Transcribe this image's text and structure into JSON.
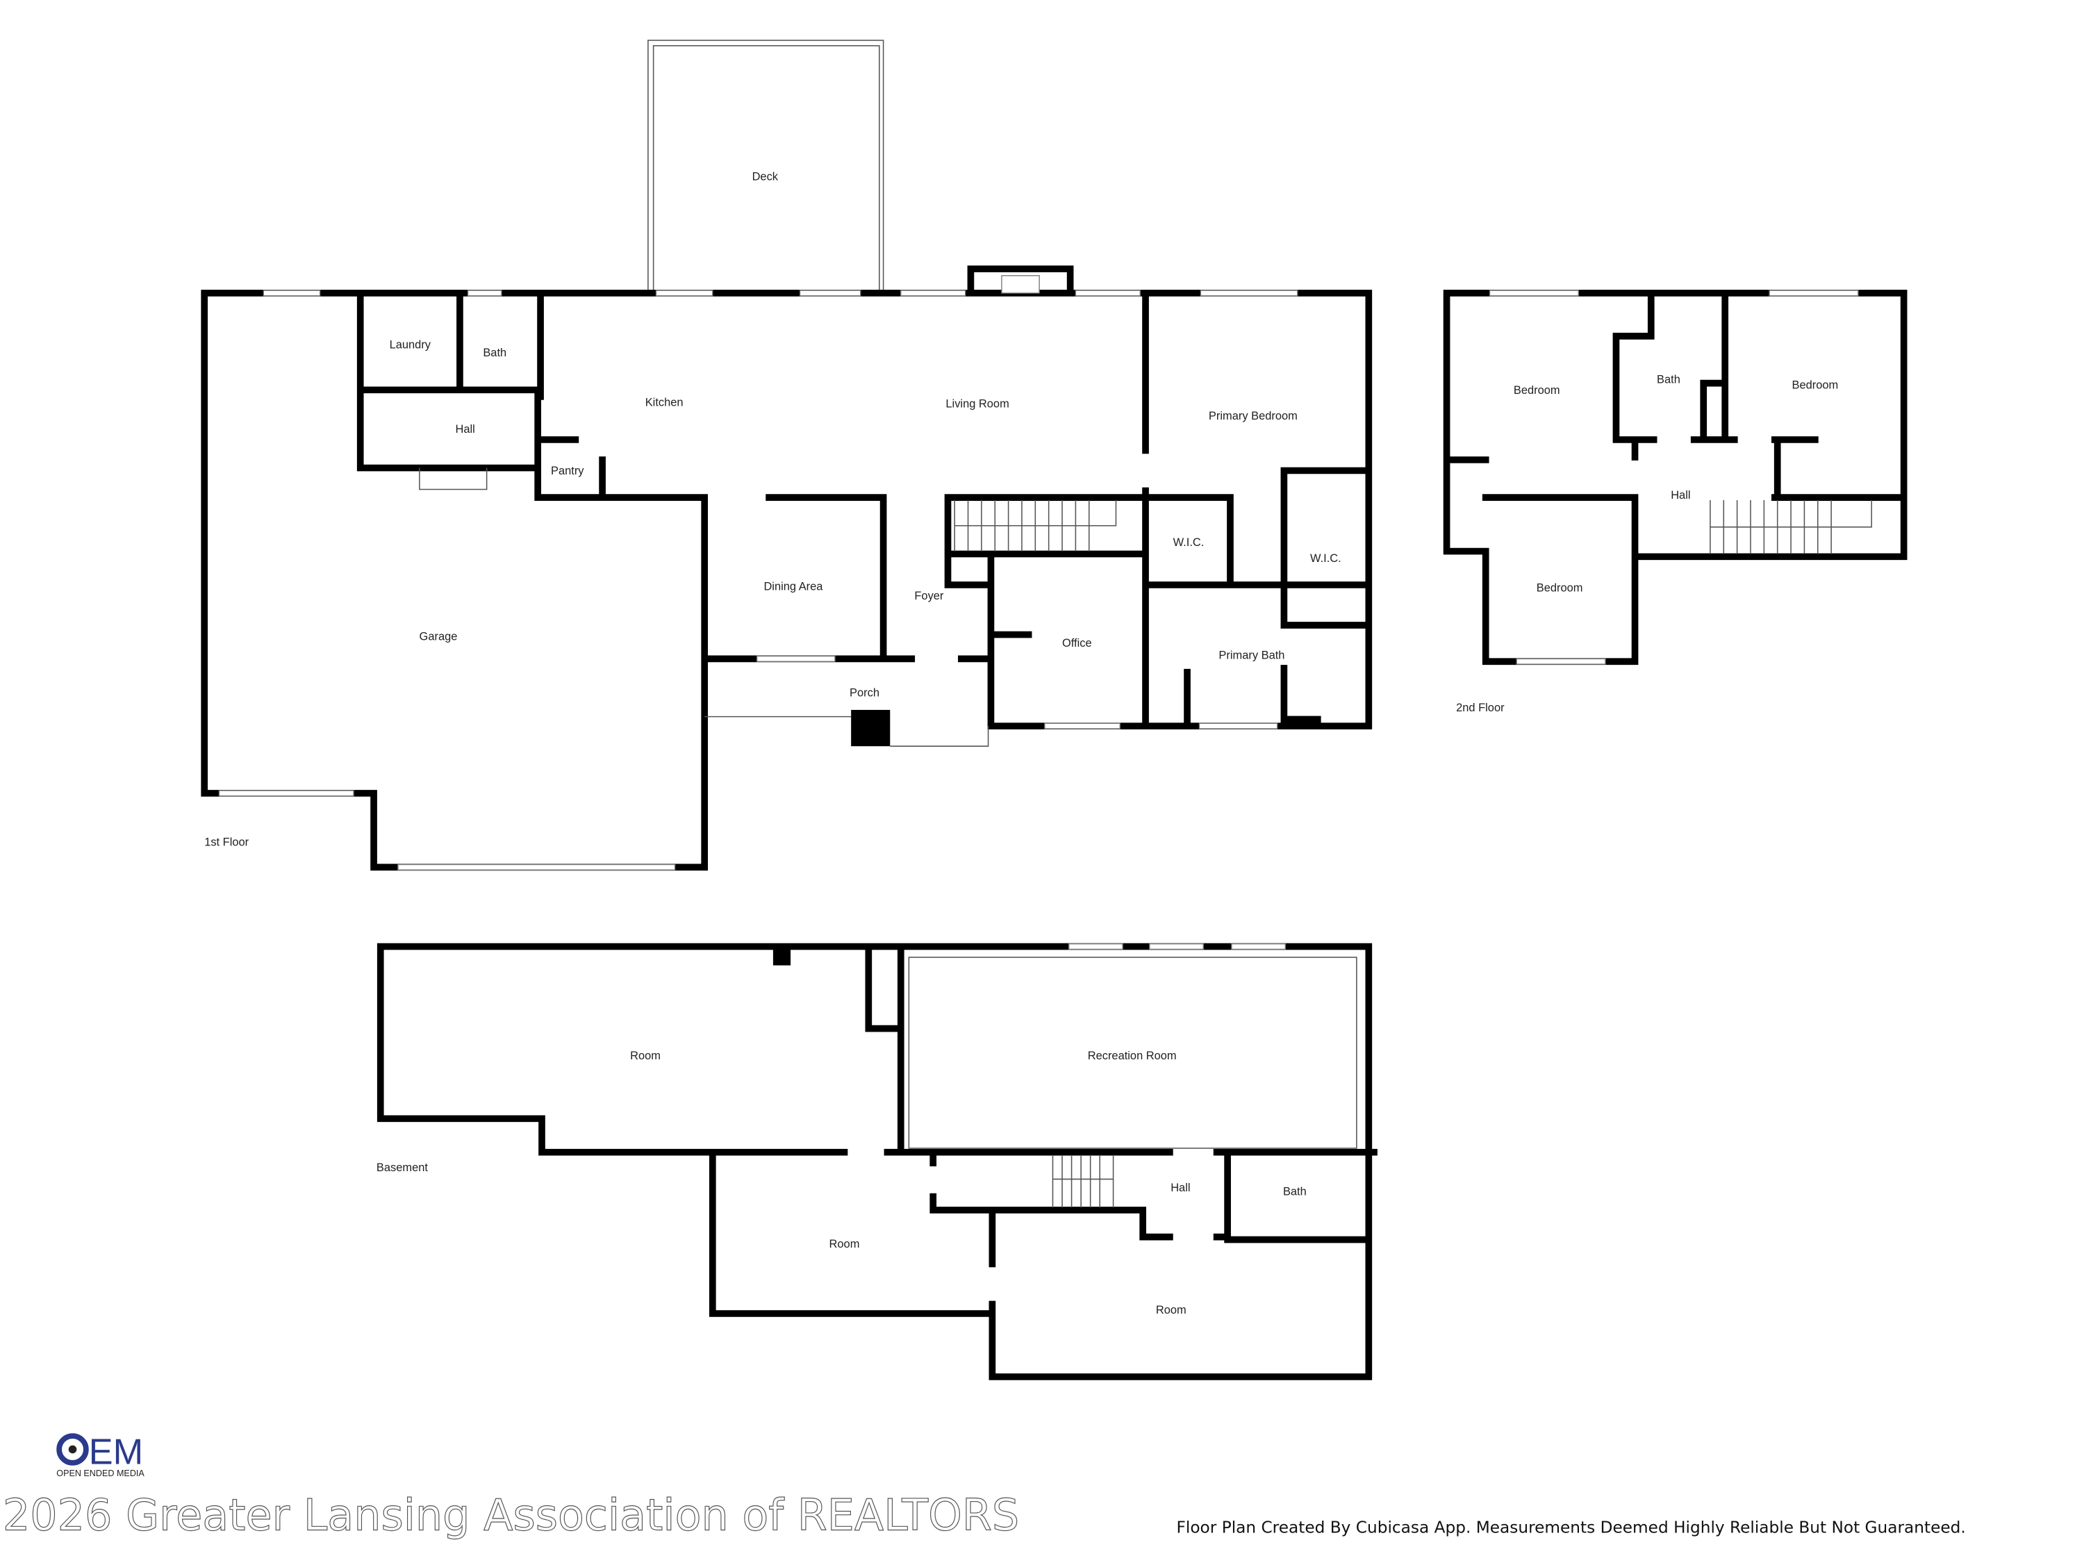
{
  "floors": {
    "first": {
      "label": "1st Floor",
      "rooms": [
        "Deck",
        "Laundry",
        "Bath",
        "Kitchen",
        "Living Room",
        "Primary Bedroom",
        "Hall",
        "Pantry",
        "Garage",
        "Dining Area",
        "Foyer",
        "W.I.C.",
        "W.I.C.",
        "Office",
        "Primary Bath",
        "Porch"
      ]
    },
    "second": {
      "label": "2nd Floor",
      "rooms": [
        "Bedroom",
        "Bath",
        "Bedroom",
        "Hall",
        "Bedroom"
      ]
    },
    "basement": {
      "label": "Basement",
      "rooms": [
        "Room",
        "Recreation Room",
        "Hall",
        "Bath",
        "Room",
        "Room"
      ]
    }
  },
  "footer": {
    "logo_text": "OEM",
    "logo_subtext": "OPEN ENDED MEDIA",
    "watermark": "2026 Greater Lansing Association of REALTORS",
    "disclaimer": "Floor Plan Created By Cubicasa App. Measurements Deemed Highly Reliable But Not Guaranteed."
  },
  "colors": {
    "wall": "#000000",
    "logo": "#2b3a8c"
  }
}
